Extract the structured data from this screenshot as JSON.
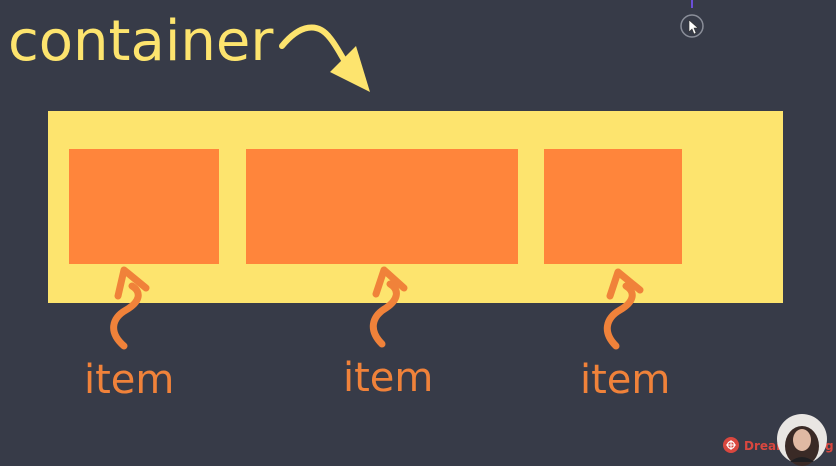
{
  "title": "container",
  "items": [
    {
      "label": "item"
    },
    {
      "label": "item"
    },
    {
      "label": "item"
    }
  ],
  "watermark": {
    "text_visible_left": "Dream",
    "text_visible_right": "g"
  },
  "colors": {
    "background": "#373b48",
    "container": "#fde46e",
    "item": "#ff853b",
    "title": "#fde46e",
    "label": "#f0823a",
    "arrow_yellow": "#fde46e",
    "arrow_orange": "#f0823a",
    "logo_red": "#d9473f"
  },
  "icons": {
    "cursor": "cursor-icon",
    "logo": "logo-icon",
    "avatar": "presenter-avatar"
  }
}
